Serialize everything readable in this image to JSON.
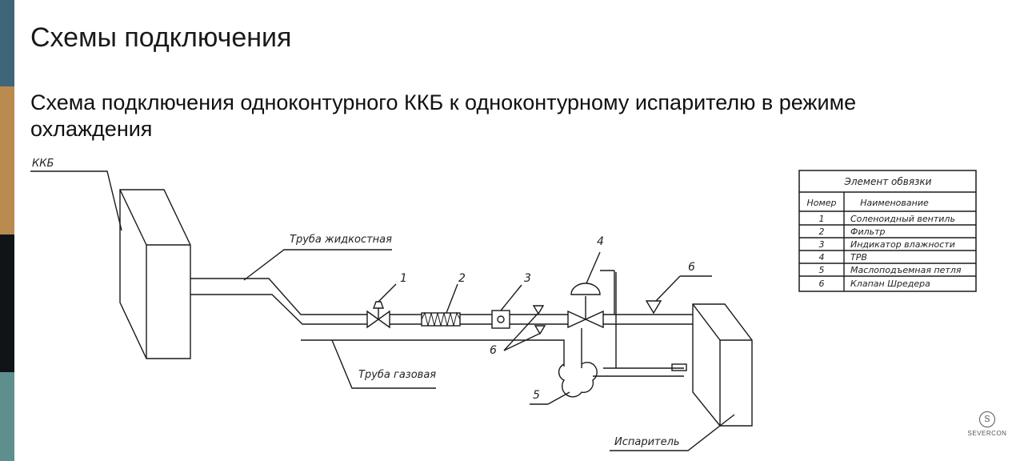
{
  "slide": {
    "title": "Схемы подключения",
    "subtitle": "Схема подключения одноконтурного ККБ к одноконтурному испарителю в режиме охлаждения"
  },
  "diagram": {
    "labels": {
      "kkb": "ККБ",
      "liquid_pipe": "Труба жидкостная",
      "gas_pipe": "Труба газовая",
      "evaporator": "Испаритель",
      "num_1": "1",
      "num_2": "2",
      "num_3": "3",
      "num_4": "4",
      "num_5": "5",
      "num_6a": "6",
      "num_6b": "6"
    },
    "legend": {
      "title": "Элемент обвязки",
      "headers": [
        "Номер",
        "Наименование"
      ],
      "rows": [
        {
          "num": "1",
          "name": "Соленоидный вентиль"
        },
        {
          "num": "2",
          "name": "Фильтр"
        },
        {
          "num": "3",
          "name": "Индикатор влажности"
        },
        {
          "num": "4",
          "name": "ТРВ"
        },
        {
          "num": "5",
          "name": "Маслоподъемная петля"
        },
        {
          "num": "6",
          "name": "Клапан Шредера"
        }
      ]
    }
  },
  "brand": {
    "name": "SEVERCON",
    "mark": "S"
  }
}
